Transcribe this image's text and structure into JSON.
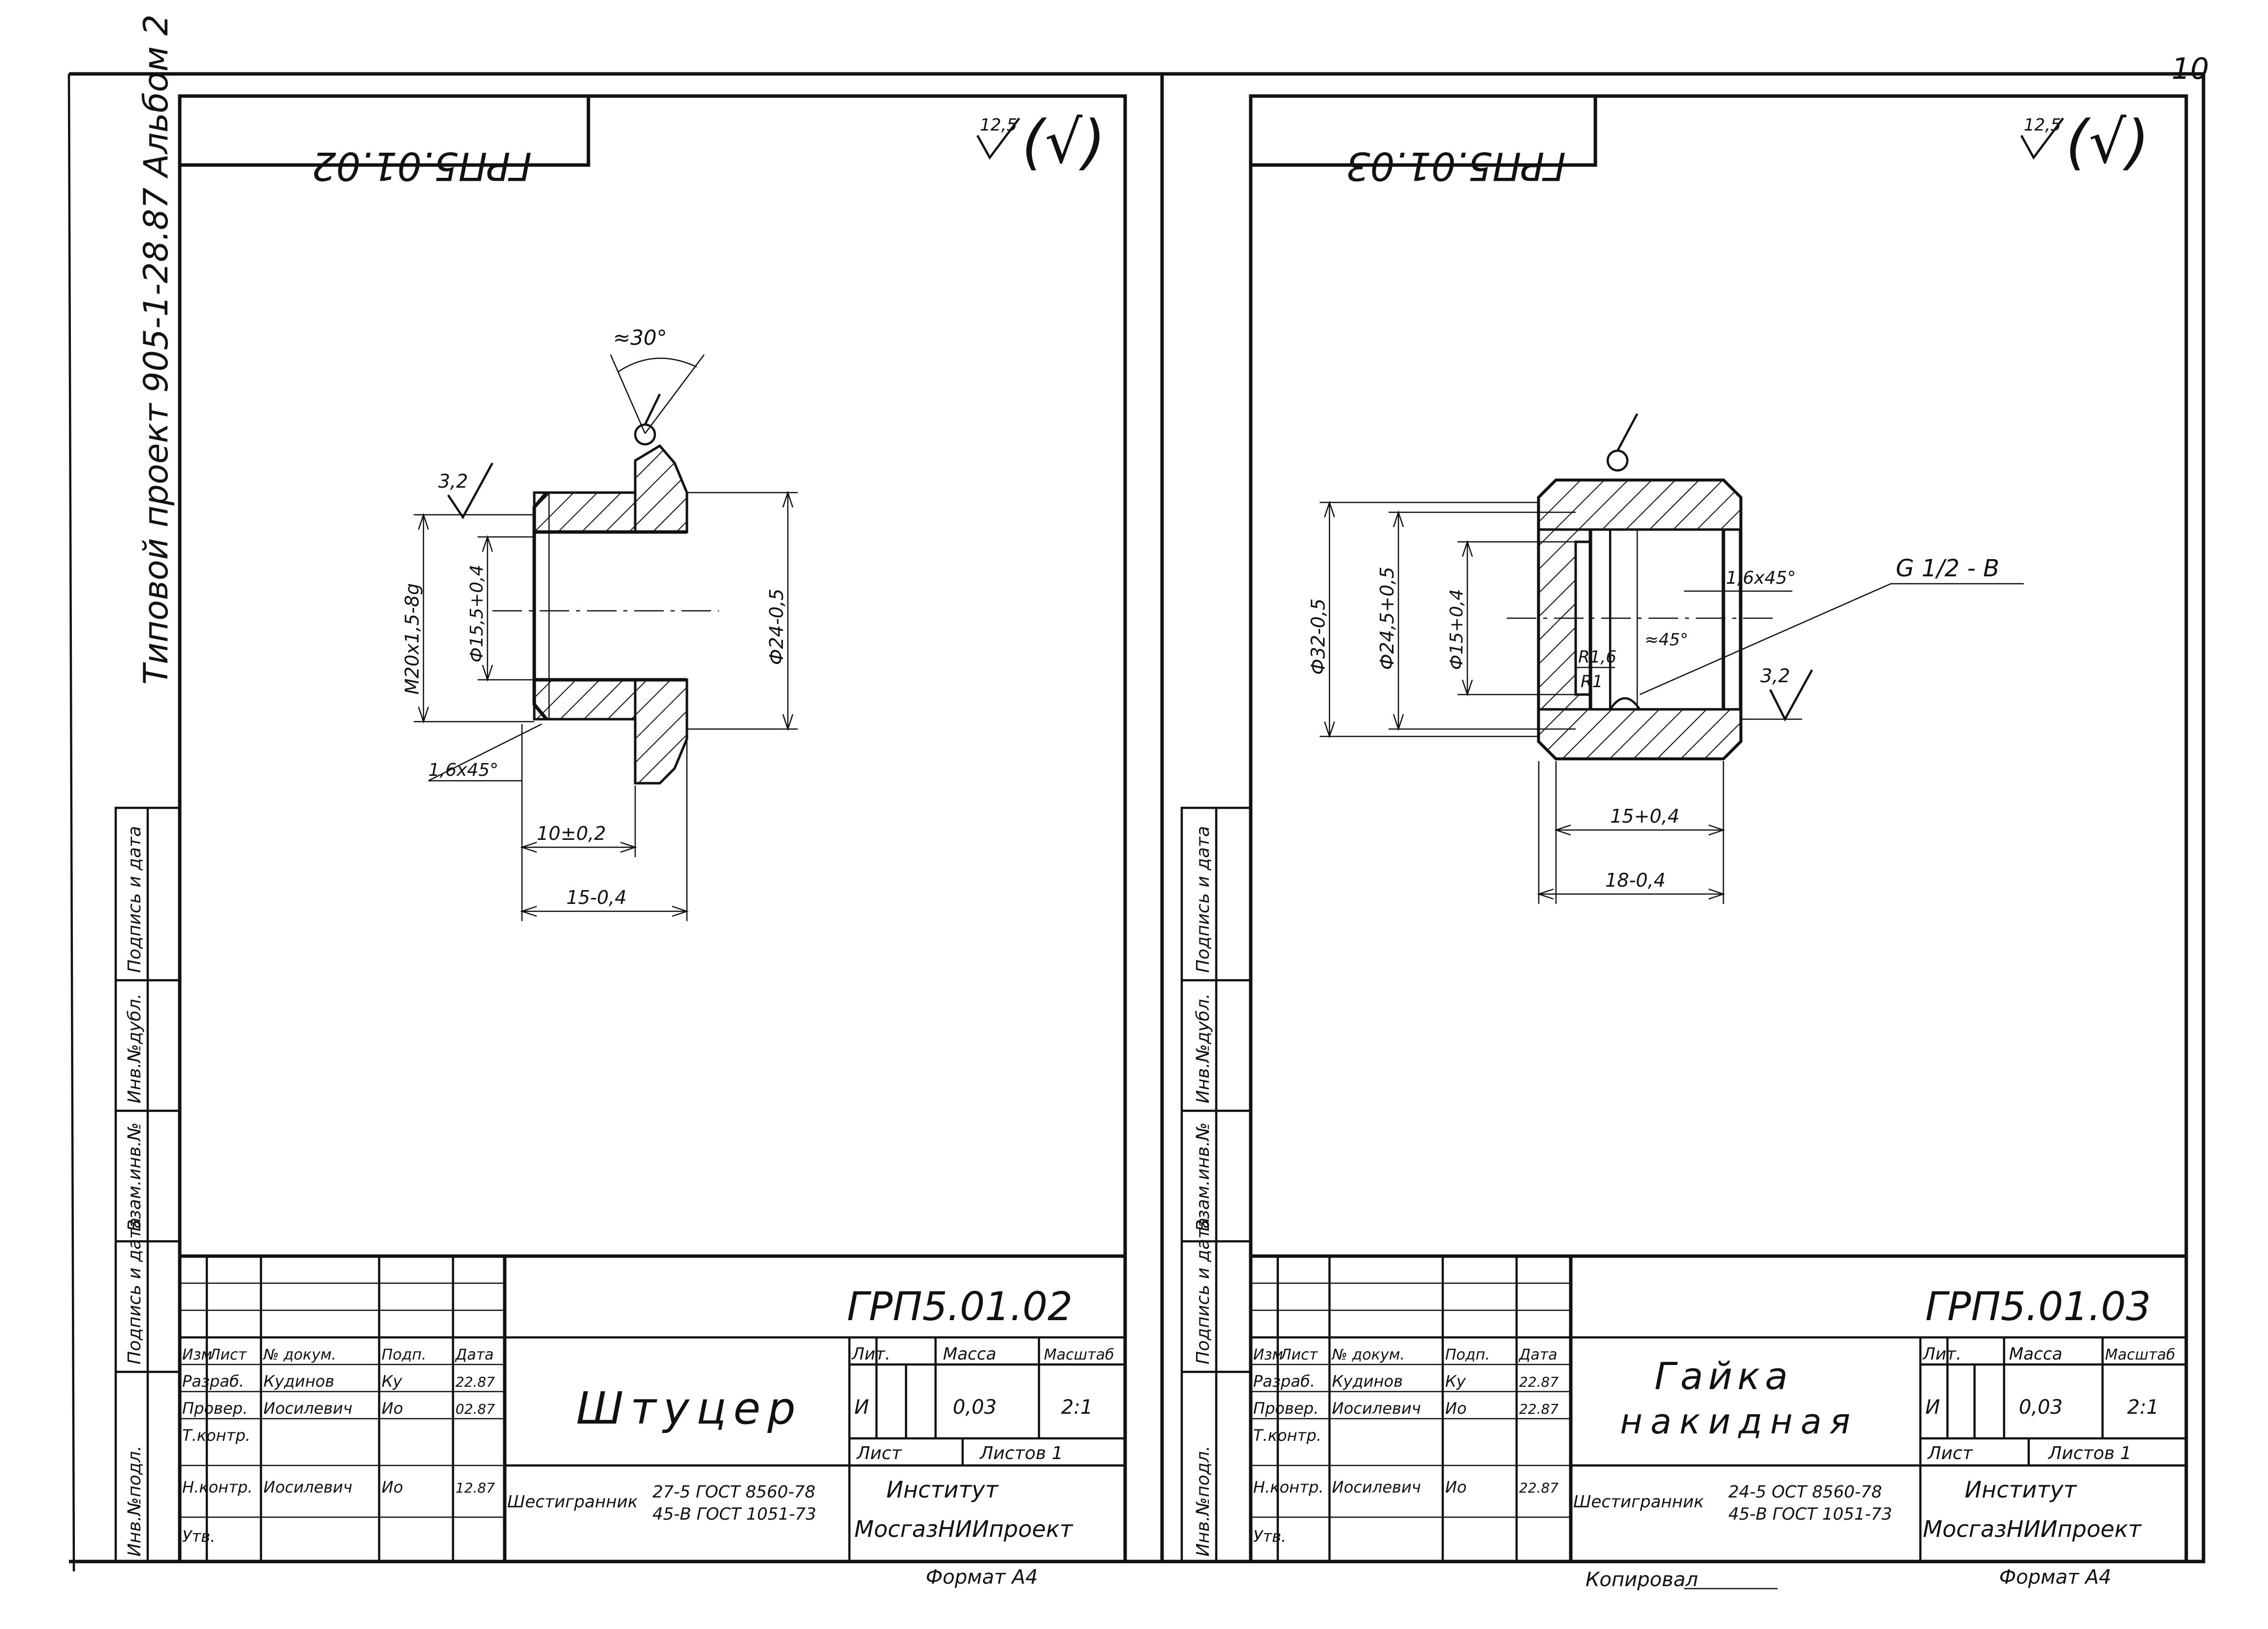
{
  "top_right_number": "10",
  "side_note": "Типовой проект 905-1-28.87 Альбом 2",
  "left_side_labels": [
    "Инв.№подл.",
    "Подпись и дата",
    "Взам.инв.№",
    "Инв.№дубл.",
    "Подпись и дата"
  ],
  "right_side_labels": [
    "Инв.№подл.",
    "Подпись и дата",
    "Взам.инв.№",
    "Инв.№дубл.",
    "Подпись и дата"
  ],
  "sheets": [
    {
      "stamp_code_rotated": "ГРП5.01.02",
      "roughness_value": "12,5",
      "roughness_paren": "(√)",
      "part": {
        "dims": {
          "angle": "≈30°",
          "roughness_small": "3,2",
          "thread": "М20х1,5-8g",
          "bore": "Ф15,5+0,4",
          "outer": "Ф24-0,5",
          "chamfer": "1,6х45°",
          "hex_len": "10±0,2",
          "total_len": "15-0,4"
        }
      },
      "title_block": {
        "code": "ГРП5.01.02",
        "name_lines": [
          "Штуцер"
        ],
        "col_headers": [
          "Изм",
          "Лист",
          "№ докум.",
          "Подп.",
          "Дата"
        ],
        "rows": [
          {
            "role": "Разраб.",
            "name": "Кудинов",
            "sign": "Ку",
            "date": "22.87"
          },
          {
            "role": "Провер.",
            "name": "Иосиле­вич",
            "sign": "Ио",
            "date": "02.87"
          },
          {
            "role": "Т.контр.",
            "name": "",
            "sign": "",
            "date": ""
          },
          {
            "role": "Н.контр.",
            "name": "Иосилевич",
            "sign": "Ио",
            "date": "12.87"
          },
          {
            "role": "Утв.",
            "name": "",
            "sign": "",
            "date": ""
          }
        ],
        "lit_header": "Лит.",
        "mass_header": "Масса",
        "scale_header": "Масштаб",
        "lit_value": "И",
        "mass_value": "0,03",
        "scale_value": "2:1",
        "sheet_label": "Лист",
        "sheets_label": "Листов 1",
        "material_prefix": "Шестигранник",
        "material_line1": "27-5 ГОСТ 8560-78",
        "material_line2": "45-В ГОСТ 1051-73",
        "org_line1": "Институт",
        "org_line2": "МосгазНИИпроект"
      },
      "format_label": "Формат А4"
    },
    {
      "stamp_code_rotated": "ГРП5.01.03",
      "roughness_value": "12,5",
      "roughness_paren": "(√)",
      "part": {
        "dims": {
          "outer": "Ф32-0,5",
          "mid": "Ф24,5+0,5",
          "bore": "Ф15+0,4",
          "chamfer": "1,6х45°",
          "thread_pipe": "G 1/2 - B",
          "r16": "R1,6",
          "r1": "R1",
          "angle45": "≈45°",
          "roughness_small": "3,2",
          "len_inner": "15+0,4",
          "len_total": "18-0,4"
        }
      },
      "title_block": {
        "code": "ГРП5.01.03",
        "name_lines": [
          "Гайка",
          "накидная"
        ],
        "col_headers": [
          "Изм",
          "Лист",
          "№ докум.",
          "Подп.",
          "Дата"
        ],
        "rows": [
          {
            "role": "Разраб.",
            "name": "Кудинов",
            "sign": "Ку",
            "date": "22.87"
          },
          {
            "role": "Провер.",
            "name": "Иосилевич",
            "sign": "Ио",
            "date": "22.87"
          },
          {
            "role": "Т.контр.",
            "name": "",
            "sign": "",
            "date": ""
          },
          {
            "role": "Н.контр.",
            "name": "Иосилевич",
            "sign": "Ио",
            "date": "22.87"
          },
          {
            "role": "Утв.",
            "name": "",
            "sign": "",
            "date": ""
          }
        ],
        "lit_header": "Лит.",
        "mass_header": "Масса",
        "scale_header": "Масштаб",
        "lit_value": "И",
        "mass_value": "0,03",
        "scale_value": "2:1",
        "sheet_label": "Лист",
        "sheets_label": "Листов 1",
        "material_prefix": "Шестигранник",
        "material_line1": "24-5 ОСТ 8560-78",
        "material_line2": "45-В ГОСТ 1051-73",
        "org_line1": "Институт",
        "org_line2": "МосгазНИИпроект"
      },
      "format_label": "Формат А4"
    }
  ],
  "copied_label": "Копировал"
}
